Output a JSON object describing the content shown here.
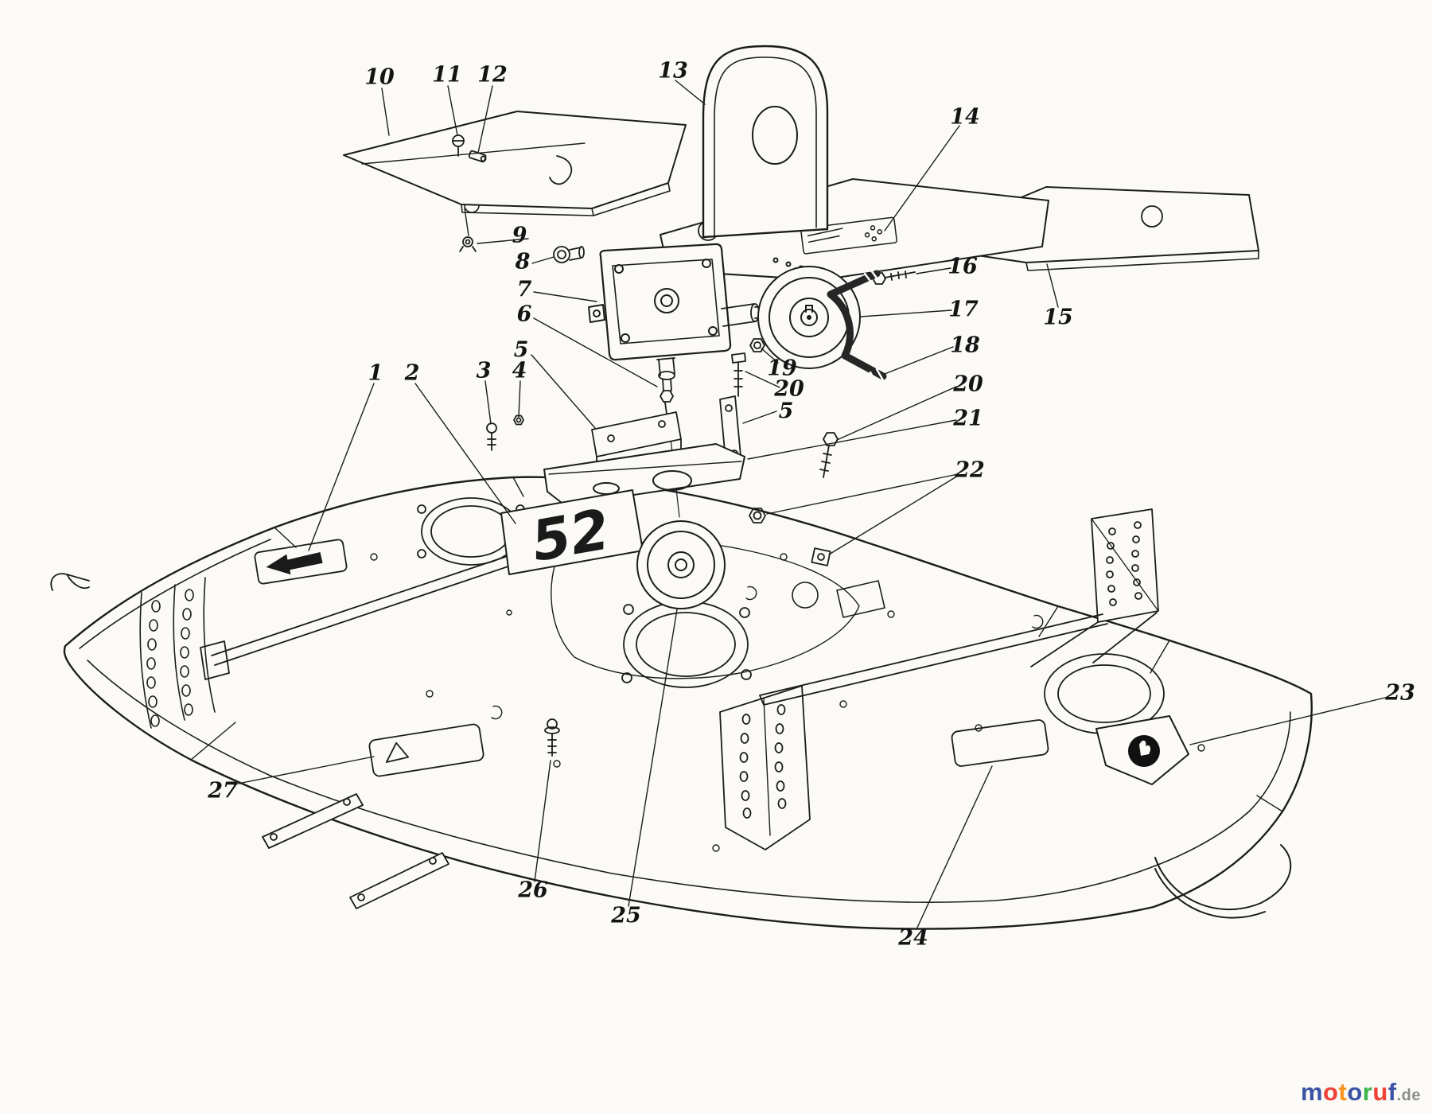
{
  "page": {
    "background": "#fbfaf7",
    "line_color": "#1c1c1c",
    "belt_color": "#262626"
  },
  "deck_plate": {
    "size_label": "52"
  },
  "callouts": [
    {
      "label": "1"
    },
    {
      "label": "2"
    },
    {
      "label": "3"
    },
    {
      "label": "4"
    },
    {
      "label": "5"
    },
    {
      "label": "5"
    },
    {
      "label": "6"
    },
    {
      "label": "7"
    },
    {
      "label": "8"
    },
    {
      "label": "9"
    },
    {
      "label": "10"
    },
    {
      "label": "11"
    },
    {
      "label": "12"
    },
    {
      "label": "13"
    },
    {
      "label": "14"
    },
    {
      "label": "15"
    },
    {
      "label": "16"
    },
    {
      "label": "17"
    },
    {
      "label": "18"
    },
    {
      "label": "19"
    },
    {
      "label": "20"
    },
    {
      "label": "20"
    },
    {
      "label": "21"
    },
    {
      "label": "22"
    },
    {
      "label": "23"
    },
    {
      "label": "24"
    },
    {
      "label": "25"
    },
    {
      "label": "26"
    },
    {
      "label": "27"
    }
  ],
  "watermark": {
    "letters": [
      {
        "ch": "m",
        "color": "#3a53a4"
      },
      {
        "ch": "o",
        "color": "#ef4136"
      },
      {
        "ch": "t",
        "color": "#f7941e"
      },
      {
        "ch": "o",
        "color": "#3a53a4"
      },
      {
        "ch": "r",
        "color": "#3ab54a"
      },
      {
        "ch": "u",
        "color": "#ef4136"
      },
      {
        "ch": "f",
        "color": "#3a53a4"
      }
    ],
    "suffix": {
      "text": ".de",
      "color": "#8c8c8c"
    }
  }
}
